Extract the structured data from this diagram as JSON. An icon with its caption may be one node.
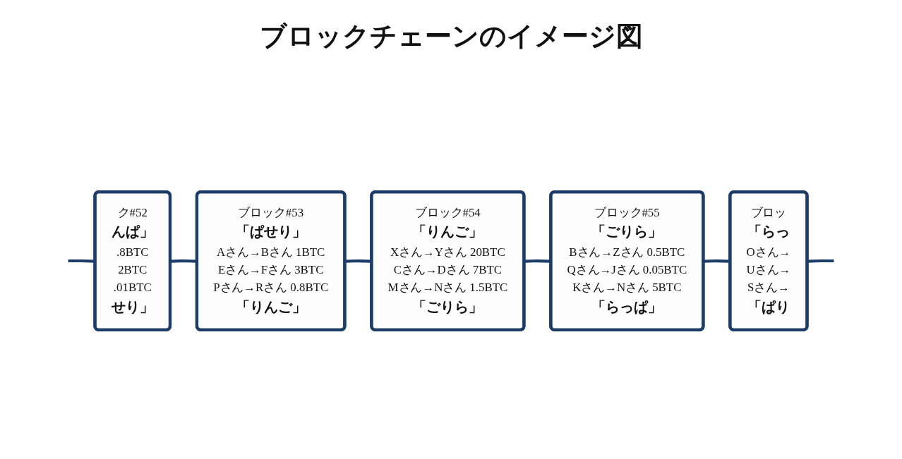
{
  "diagram": {
    "title": "ブロックチェーンのイメージ図",
    "nodes": [
      {
        "text": [
          "ク#52",
          "んぱ」",
          ".8BTC",
          "2BTC",
          ".01BTC",
          "せり」"
        ]
      },
      {
        "text": [
          "ブロック#53",
          "「ぱせり」",
          "Aさん→Bさん 1BTC",
          "Eさん→Fさん 3BTC",
          "Pさん→Rさん 0.8BTC",
          "「りんご」"
        ]
      },
      {
        "text": [
          "ブロック#54",
          "「りんご」",
          "Xさん→Yさん 20BTC",
          "Cさん→Dさん 7BTC",
          "Mさん→Nさん 1.5BTC",
          "「ごりら」"
        ]
      },
      {
        "text": [
          "ブロック#55",
          "「ごりら」",
          "Bさん→Zさん 0.5BTC",
          "Qさん→Jさん 0.05BTC",
          "Kさん→Nさん 5BTC",
          "「らっぱ」"
        ]
      },
      {
        "text": [
          "ブロッ",
          "「らっ",
          "Oさん→",
          "Uさん→",
          "Sさん→",
          "「ぱり"
        ]
      }
    ],
    "edges": [
      {
        "from": null,
        "to": 0,
        "arrow": "none"
      },
      {
        "from": 0,
        "to": 1,
        "arrow": "none"
      },
      {
        "from": 1,
        "to": 2,
        "arrow": "none"
      },
      {
        "from": 2,
        "to": 3,
        "arrow": "none"
      },
      {
        "from": 3,
        "to": 4,
        "arrow": "none"
      },
      {
        "from": 4,
        "to": null,
        "arrow": "none"
      }
    ]
  }
}
